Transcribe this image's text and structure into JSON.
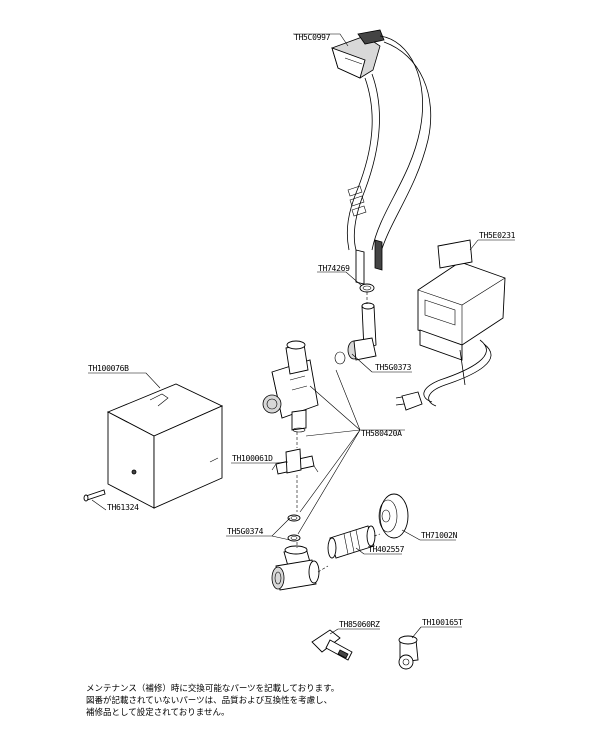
{
  "labels": {
    "faucet": "TH5C0997",
    "nut": "TH74269",
    "control_box": "TH5E0231",
    "cover": "TH100076B",
    "gasket": "TH5G0373",
    "oring": "TH580420A",
    "bracket": "TH100061D",
    "screw": "TH61324",
    "packing": "TH5G0374",
    "escutcheon": "TH71002N",
    "pipe": "TH402557",
    "key": "TH85060RZ",
    "handle_key": "TH100165T"
  },
  "notes": [
    "メンテナンス（補修）時に交換可能なパーツを記載しております。",
    "図番が記載されていないパーツは、品質および互換性を考慮し、",
    "補修品として設定されておりません。"
  ]
}
